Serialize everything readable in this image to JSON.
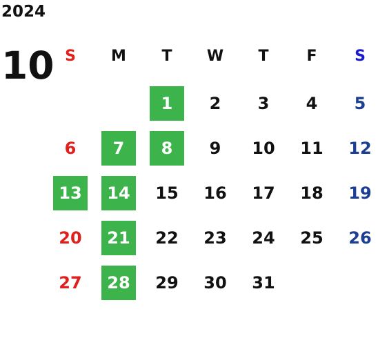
{
  "year": "2024",
  "month": "10",
  "weekdays": [
    "S",
    "M",
    "T",
    "W",
    "T",
    "F",
    "S"
  ],
  "first_weekday_index": 2,
  "days_in_month": 31,
  "highlighted_days": [
    1,
    7,
    8,
    13,
    14,
    21,
    28
  ],
  "colors": {
    "highlight": "#3cb44b",
    "sunday": "#e0201c",
    "saturday_header": "#1a1ad0",
    "saturday": "#1c3f94",
    "text": "#111111"
  }
}
